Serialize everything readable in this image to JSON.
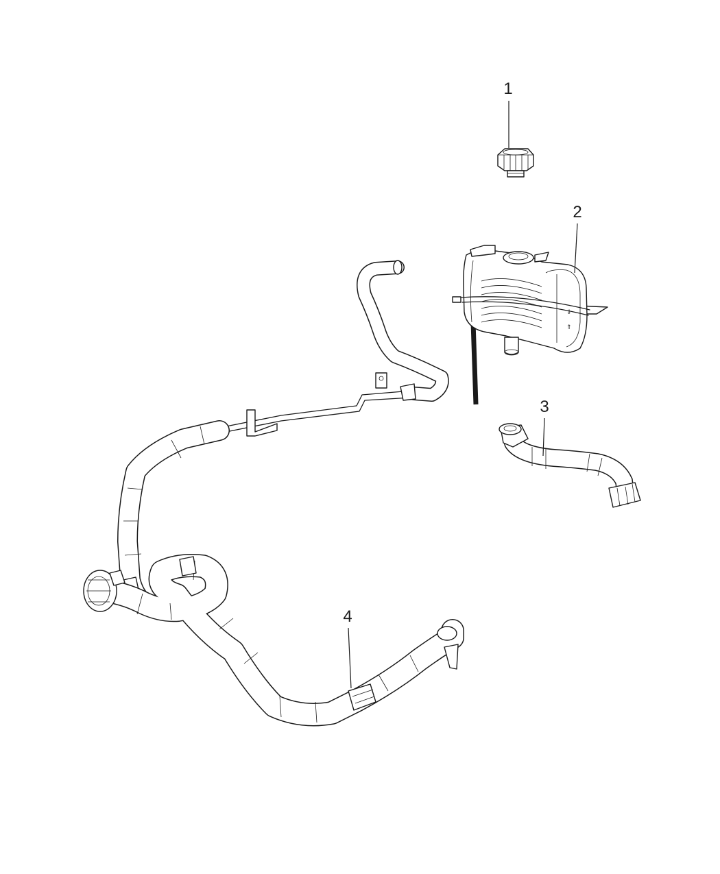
{
  "diagram": {
    "colors": {
      "line": "#1a1a1a",
      "background": "#ffffff"
    },
    "parts": [
      {
        "callout": "1",
        "icon": "pressure-cap-icon"
      },
      {
        "callout": "2",
        "icon": "coolant-reservoir-icon"
      },
      {
        "callout": "3",
        "icon": "reservoir-hose-icon"
      },
      {
        "callout": "4",
        "icon": "heater-hose-assembly-icon"
      }
    ]
  }
}
